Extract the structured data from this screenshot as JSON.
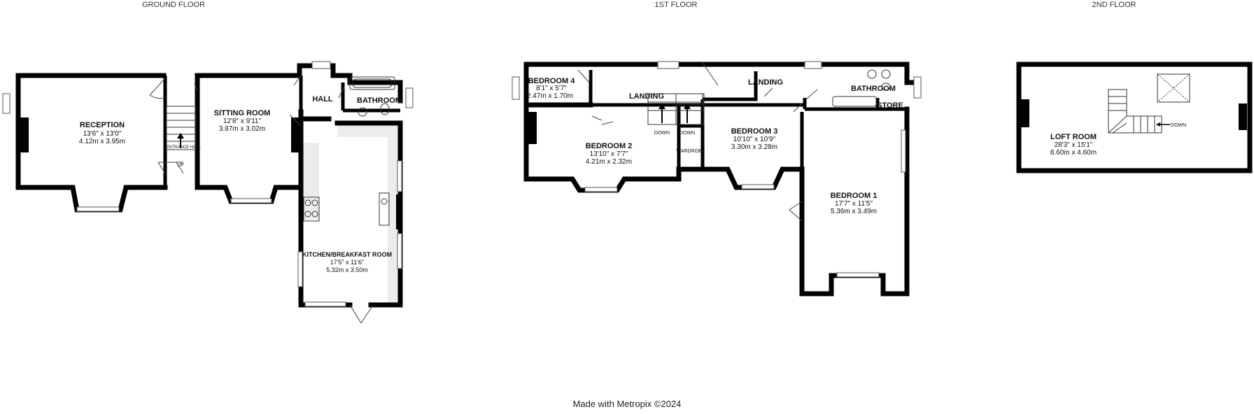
{
  "floors": {
    "ground": {
      "title": "GROUND FLOOR",
      "rooms": {
        "reception": {
          "name": "RECEPTION",
          "imperial": "13'6\"  x 13'0\"",
          "metric": "4.12m  x 3.95m"
        },
        "sitting": {
          "name": "SITTING ROOM",
          "imperial": "12'8\"  x 9'11\"",
          "metric": "3.87m  x 3.02m"
        },
        "hall": {
          "name": "HALL"
        },
        "bathroom": {
          "name": "BATHROOM"
        },
        "kitchen": {
          "name": "KITCHEN/BREAKFAST ROOM",
          "imperial": "17'5\"  x 11'6\"",
          "metric": "5.32m  x 3.50m"
        },
        "entrance": {
          "name": "ENTRANCE HALL"
        }
      },
      "stair_label": "UP"
    },
    "first": {
      "title": "1ST FLOOR",
      "rooms": {
        "bedroom4": {
          "name": "BEDROOM 4",
          "imperial": "8'1\"  x 5'7\"",
          "metric": "2.47m  x 1.70m"
        },
        "landing_a": {
          "name": "LANDING"
        },
        "landing_b": {
          "name": "LANDING"
        },
        "bathroom": {
          "name": "BATHROOM"
        },
        "store": {
          "name": "STORE"
        },
        "bedroom2": {
          "name": "BEDROOM 2",
          "imperial": "13'10\"  x 7'7\"",
          "metric": "4.21m  x 2.32m"
        },
        "wardrobe": {
          "name": "WARDROBE"
        },
        "bedroom3": {
          "name": "BEDROOM 3",
          "imperial": "10'10\"  x 10'9\"",
          "metric": "3.30m  x 3.28m"
        },
        "bedroom1": {
          "name": "BEDROOM 1",
          "imperial": "17'7\"  x 11'5\"",
          "metric": "5.36m  x 3.49m"
        }
      },
      "stair_label_1": "DOWN",
      "stair_label_2": "DOWN"
    },
    "second": {
      "title": "2ND FLOOR",
      "rooms": {
        "loft": {
          "name": "LOFT ROOM",
          "imperial": "28'3\"  x 15'1\"",
          "metric": "8.60m  x 4.60m"
        }
      },
      "stair_label": "DOWN"
    }
  },
  "footer": "Made with Metropix ©2024"
}
